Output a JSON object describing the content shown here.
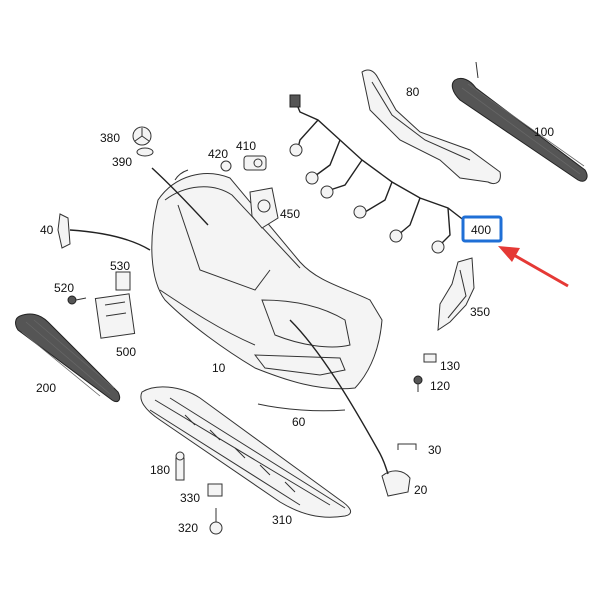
{
  "colors": {
    "highlight_box": "#1f6fd6",
    "arrow": "#e53935",
    "line": "#333333"
  },
  "labels": {
    "p10": "10",
    "p20": "20",
    "p30": "30",
    "p40": "40",
    "p60": "60",
    "p80": "80",
    "p100": "100",
    "p120": "120",
    "p130": "130",
    "p180": "180",
    "p200": "200",
    "p310": "310",
    "p320": "320",
    "p330": "330",
    "p350": "350",
    "p380": "380",
    "p390": "390",
    "p400": "400",
    "p410": "410",
    "p420": "420",
    "p450": "450",
    "p500": "500",
    "p520": "520",
    "p530": "530"
  },
  "highlighted_part": "400"
}
